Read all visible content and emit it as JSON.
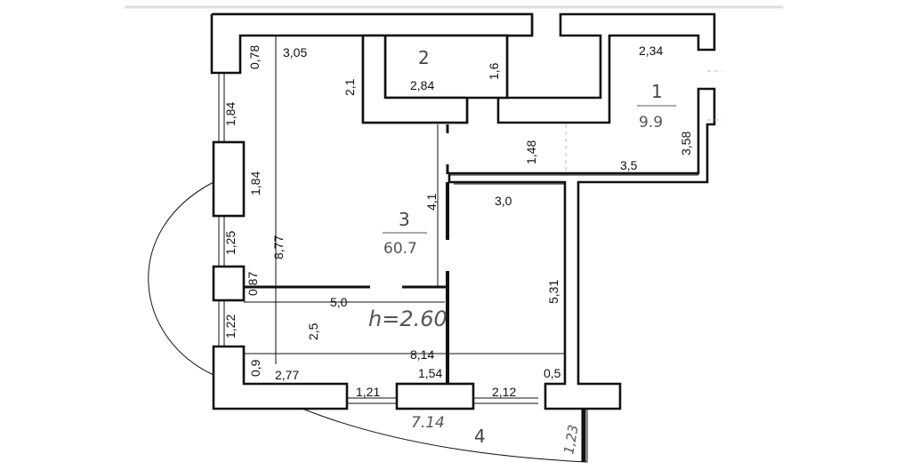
{
  "rooms": [
    {
      "id": "1",
      "number": "1",
      "area": "9.9"
    },
    {
      "id": "2",
      "number": "2",
      "area": ""
    },
    {
      "id": "3",
      "number": "3",
      "area": "60.7"
    },
    {
      "id": "4",
      "number": "4",
      "area": "7.14"
    }
  ],
  "ceiling_height": "h=2.60",
  "dimensions": {
    "d_078": "0,78",
    "d_305": "3,05",
    "d_21": "2,1",
    "d_284": "2,84",
    "d_16": "1,6",
    "d_234": "2,34",
    "d_184a": "1,84",
    "d_184b": "1,84",
    "d_148": "1,48",
    "d_35": "3,5",
    "d_358": "3,58",
    "d_41": "4,1",
    "d_30": "3,0",
    "d_125": "1,25",
    "d_877": "8,77",
    "d_087": "0,87",
    "d_50": "5,0",
    "d_531": "5,31",
    "d_122": "1,22",
    "d_25": "2,5",
    "d_814": "8,14",
    "d_09": "0,9",
    "d_277": "2,77",
    "d_154": "1,54",
    "d_05": "0,5",
    "d_121": "1,21",
    "d_212": "2,12",
    "d_123": "1,23"
  }
}
